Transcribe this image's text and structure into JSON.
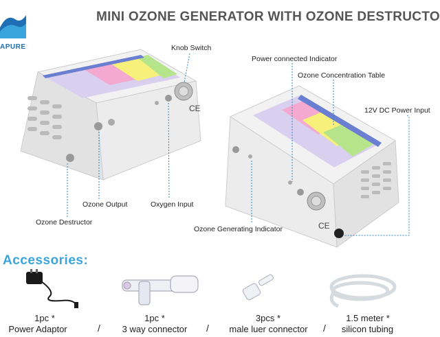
{
  "title": "MINI OZONE GENERATOR WITH OZONE DESTRUCTOR",
  "logo": {
    "text": "APURE",
    "mark": "wave-logo-icon"
  },
  "callouts": {
    "knob_switch": "Knob Switch",
    "power_indicator": "Power connected Indicator",
    "concentration_table": "Ozone Concentration Table",
    "dc_power_input": "12V DC Power Input",
    "ozone_output": "Ozone Output",
    "oxygen_input": "Oxygen Input",
    "ozone_destructor": "Ozone Destructor",
    "generating_indicator": "Ozone Generating Indicator"
  },
  "accessories": {
    "heading": "Accessories:",
    "items": [
      {
        "qty": "1pc *",
        "name": "Power Adaptor",
        "icon": "power-adaptor-icon"
      },
      {
        "qty": "1pc *",
        "name": "3 way connector",
        "icon": "three-way-connector-icon"
      },
      {
        "qty": "3pcs *",
        "name": "male luer connector",
        "icon": "luer-connector-icon"
      },
      {
        "qty": "1.5 meter *",
        "name": "silicon tubing",
        "icon": "silicon-tubing-icon"
      }
    ],
    "separator": "/"
  },
  "colors": {
    "accent": "#3aa5dc",
    "callout_line": "#2e86c1",
    "title": "#555555"
  }
}
